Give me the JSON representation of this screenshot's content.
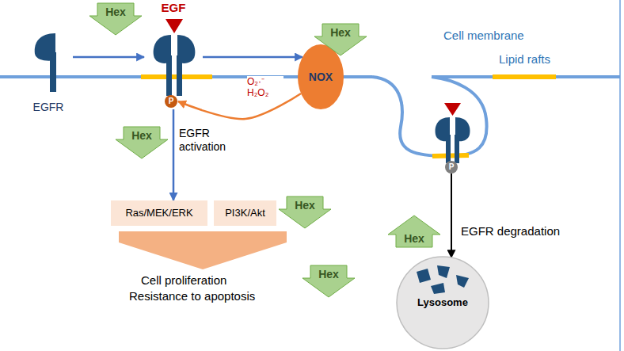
{
  "diagram": {
    "nodes": [
      {
        "text": [
          "Hex"
        ]
      },
      {
        "text": [
          "EGFR"
        ]
      },
      {
        "text": [
          "EGF"
        ]
      },
      {
        "text": [
          "P"
        ],
        "in": 2
      },
      {
        "text": [
          "NOX"
        ]
      },
      {
        "text": [
          "Hex"
        ]
      },
      {
        "text": [
          "P"
        ]
      },
      {
        "text": [
          "Hex"
        ]
      },
      {
        "text": [
          "Ras/MEK/ERK"
        ]
      },
      {
        "text": [
          "PI3K/Akt"
        ]
      },
      {
        "text": [
          "Hex"
        ]
      },
      {
        "text": [
          "Hex"
        ]
      },
      {
        "text": [
          "Hex"
        ]
      },
      {
        "text": [
          "Lysosome"
        ]
      }
    ],
    "edges": [
      {
        "from": 1,
        "to": 2,
        "arrow": "to"
      },
      {
        "from": 2,
        "to": 4,
        "arrow": "to"
      },
      {
        "from": 4,
        "to": 3,
        "label": "O₂·⁻ H₂O₂",
        "arrow": "to"
      },
      {
        "from": 2,
        "to": 8,
        "label": "EGFR activation",
        "arrow": "to"
      },
      {
        "from": 6,
        "to": 13,
        "label": "EGFR degradation",
        "arrow": "to"
      }
    ],
    "labels": [
      "Cell membrane",
      "Lipid rafts",
      "Cell proliferation",
      "Resistance to apoptosis"
    ]
  }
}
